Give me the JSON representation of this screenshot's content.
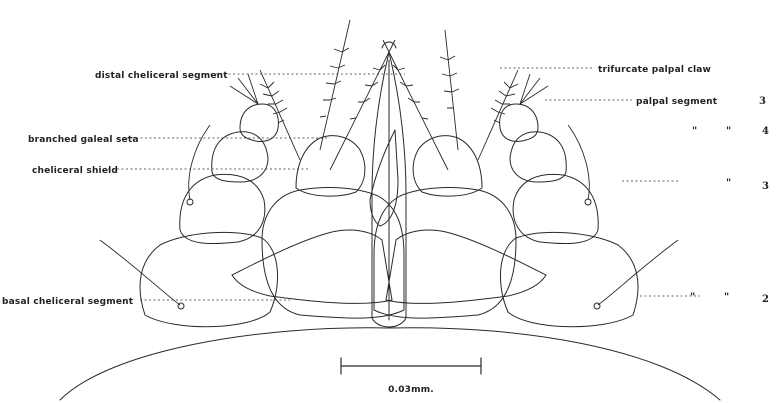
{
  "labels": {
    "distal_cheliceral_segment": "distal cheliceral segment",
    "branched_galeal_seta": "branched galeal seta",
    "cheliceral_shield": "cheliceral shield",
    "basal_cheliceral_segment": "basal cheliceral segment",
    "trifurcate_palpal_claw": "trifurcate palpal claw",
    "palpal_segment": "palpal segment",
    "seg3_top": "3",
    "seg4": "4",
    "seg3": "3",
    "seg2": "2"
  },
  "ditto_mark": "\"",
  "scale_bar": {
    "label": "0.03mm."
  }
}
